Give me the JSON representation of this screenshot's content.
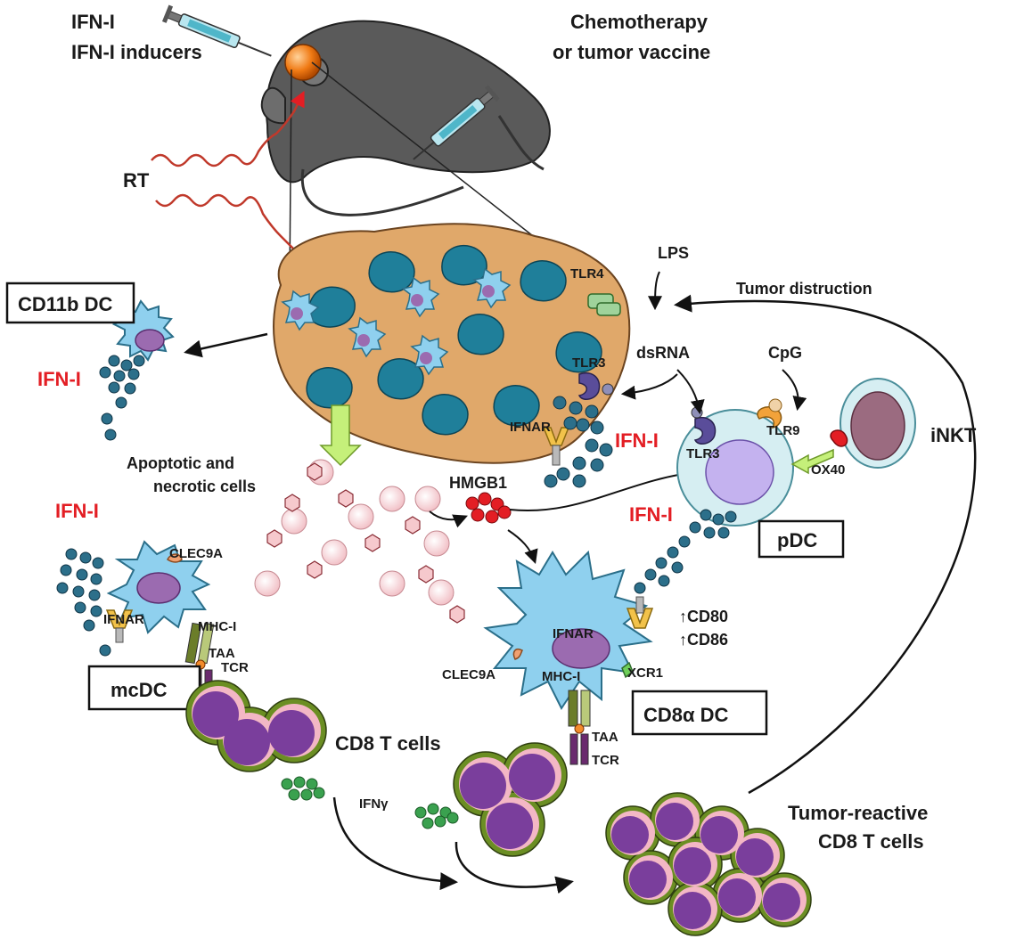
{
  "labels": {
    "ifn_i_top": "IFN-I",
    "ifn_inducers": "IFN-I inducers",
    "chemo_line1": "Chemotherapy",
    "chemo_line2": "or tumor vaccine",
    "rt": "RT",
    "cd11b_dc": "CD11b DC",
    "ifn_i_left": "IFN-I",
    "lps": "LPS",
    "tlr4": "TLR4",
    "tumor_destruction": "Tumor distruction",
    "dsrna": "dsRNA",
    "cpg": "CpG",
    "tlr3_tumor": "TLR3",
    "ifnar_tumor": "IFNAR",
    "ifn_i_center": "IFN-I",
    "tlr3_pdc": "TLR3",
    "tlr9": "TLR9",
    "inkt": "iNKT",
    "ox40": "OX40",
    "apoptotic_line1": "Apoptotic and",
    "apoptotic_line2": "necrotic cells",
    "hmgb1": "HMGB1",
    "ifn_i_mcdc": "IFN-I",
    "ifn_i_pdc": "IFN-I",
    "pdc": "pDC",
    "clec9a_mcdc": "CLEC9A",
    "ifnar_mcdc": "IFNAR",
    "mhc_i_mcdc": "MHC-I",
    "taa_mcdc": "TAA",
    "tcr_mcdc": "TCR",
    "mcdc": "mcDC",
    "ifnar_cd8": "IFNAR",
    "cd80": "↑CD80",
    "cd86": "↑CD86",
    "clec9a_cd8": "CLEC9A",
    "mhc_i_cd8": "MHC-I",
    "xcr1": "XCR1",
    "cd8a_dc": "CD8α DC",
    "cd8_t_cells": "CD8 T cells",
    "taa_cd8": "TAA",
    "tcr_cd8": "TCR",
    "ifng": "IFNγ",
    "tumor_reactive_line1": "Tumor-reactive",
    "tumor_reactive_line2": "CD8 T cells"
  },
  "colors": {
    "ifn_red": "#e31e24",
    "tumor_cell": "#e0a86a",
    "tumor_nucleus": "#1f7f9a",
    "dc_blue": "#8fd0ee",
    "dc_nucleus": "#9b6bb0",
    "ifn_particle": "#2c6f8a",
    "t_cell_purple": "#7a3e9c",
    "t_cell_ring": "#6b8e23",
    "hmgb1_red": "#e31e24",
    "arrow_green": "#c5f07a"
  }
}
